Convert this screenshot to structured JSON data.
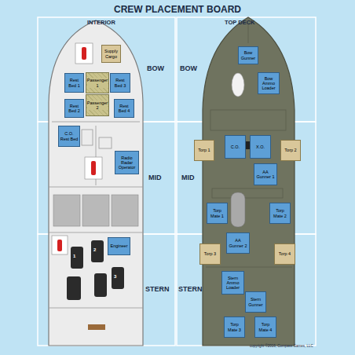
{
  "diagram": {
    "title": "CREW PLACEMENT BOARD",
    "nodes": [
      {
        "text": [
          "Supply Cargo"
        ]
      },
      {
        "text": [
          "Rest Bed 1"
        ]
      },
      {
        "text": [
          "Passenger 1"
        ]
      },
      {
        "text": [
          "Rest Bed 3"
        ]
      },
      {
        "text": [
          "Rest Bed 2"
        ]
      },
      {
        "text": [
          "Passenger 2"
        ]
      },
      {
        "text": [
          "Rest Bed 4"
        ]
      },
      {
        "text": [
          "C.O. Rest Bed"
        ]
      },
      {
        "text": [
          "Radio Radar Operator"
        ]
      },
      {
        "text": [
          "Engineer"
        ]
      },
      {
        "text": [
          "Bow Gunner"
        ]
      },
      {
        "text": [
          "Bow Ammo Loader"
        ]
      },
      {
        "text": [
          "Torp 1"
        ]
      },
      {
        "text": [
          "C.O."
        ]
      },
      {
        "text": [
          "X.O."
        ]
      },
      {
        "text": [
          "Torp 2"
        ]
      },
      {
        "text": [
          "AA Gunner 1"
        ]
      },
      {
        "text": [
          "Torp Mate 1"
        ]
      },
      {
        "text": [
          "Torp Mate 2"
        ]
      },
      {
        "text": [
          "AA Gunner 2"
        ]
      },
      {
        "text": [
          "Torp 3"
        ]
      },
      {
        "text": [
          "Torp 4"
        ]
      },
      {
        "text": [
          "Stern Ammo Loader"
        ]
      },
      {
        "text": [
          "Stern Gunner"
        ]
      },
      {
        "text": [
          "Torp Mate 3"
        ]
      },
      {
        "text": [
          "Torp Mate 4"
        ]
      }
    ],
    "labels": [
      "INTERIOR",
      "TOP DECK",
      "BOW",
      "MID",
      "STERN",
      "BOW",
      "MID",
      "STERN",
      "1",
      "2",
      "3",
      "copyright ©2016, Compass Games, LLC"
    ]
  }
}
